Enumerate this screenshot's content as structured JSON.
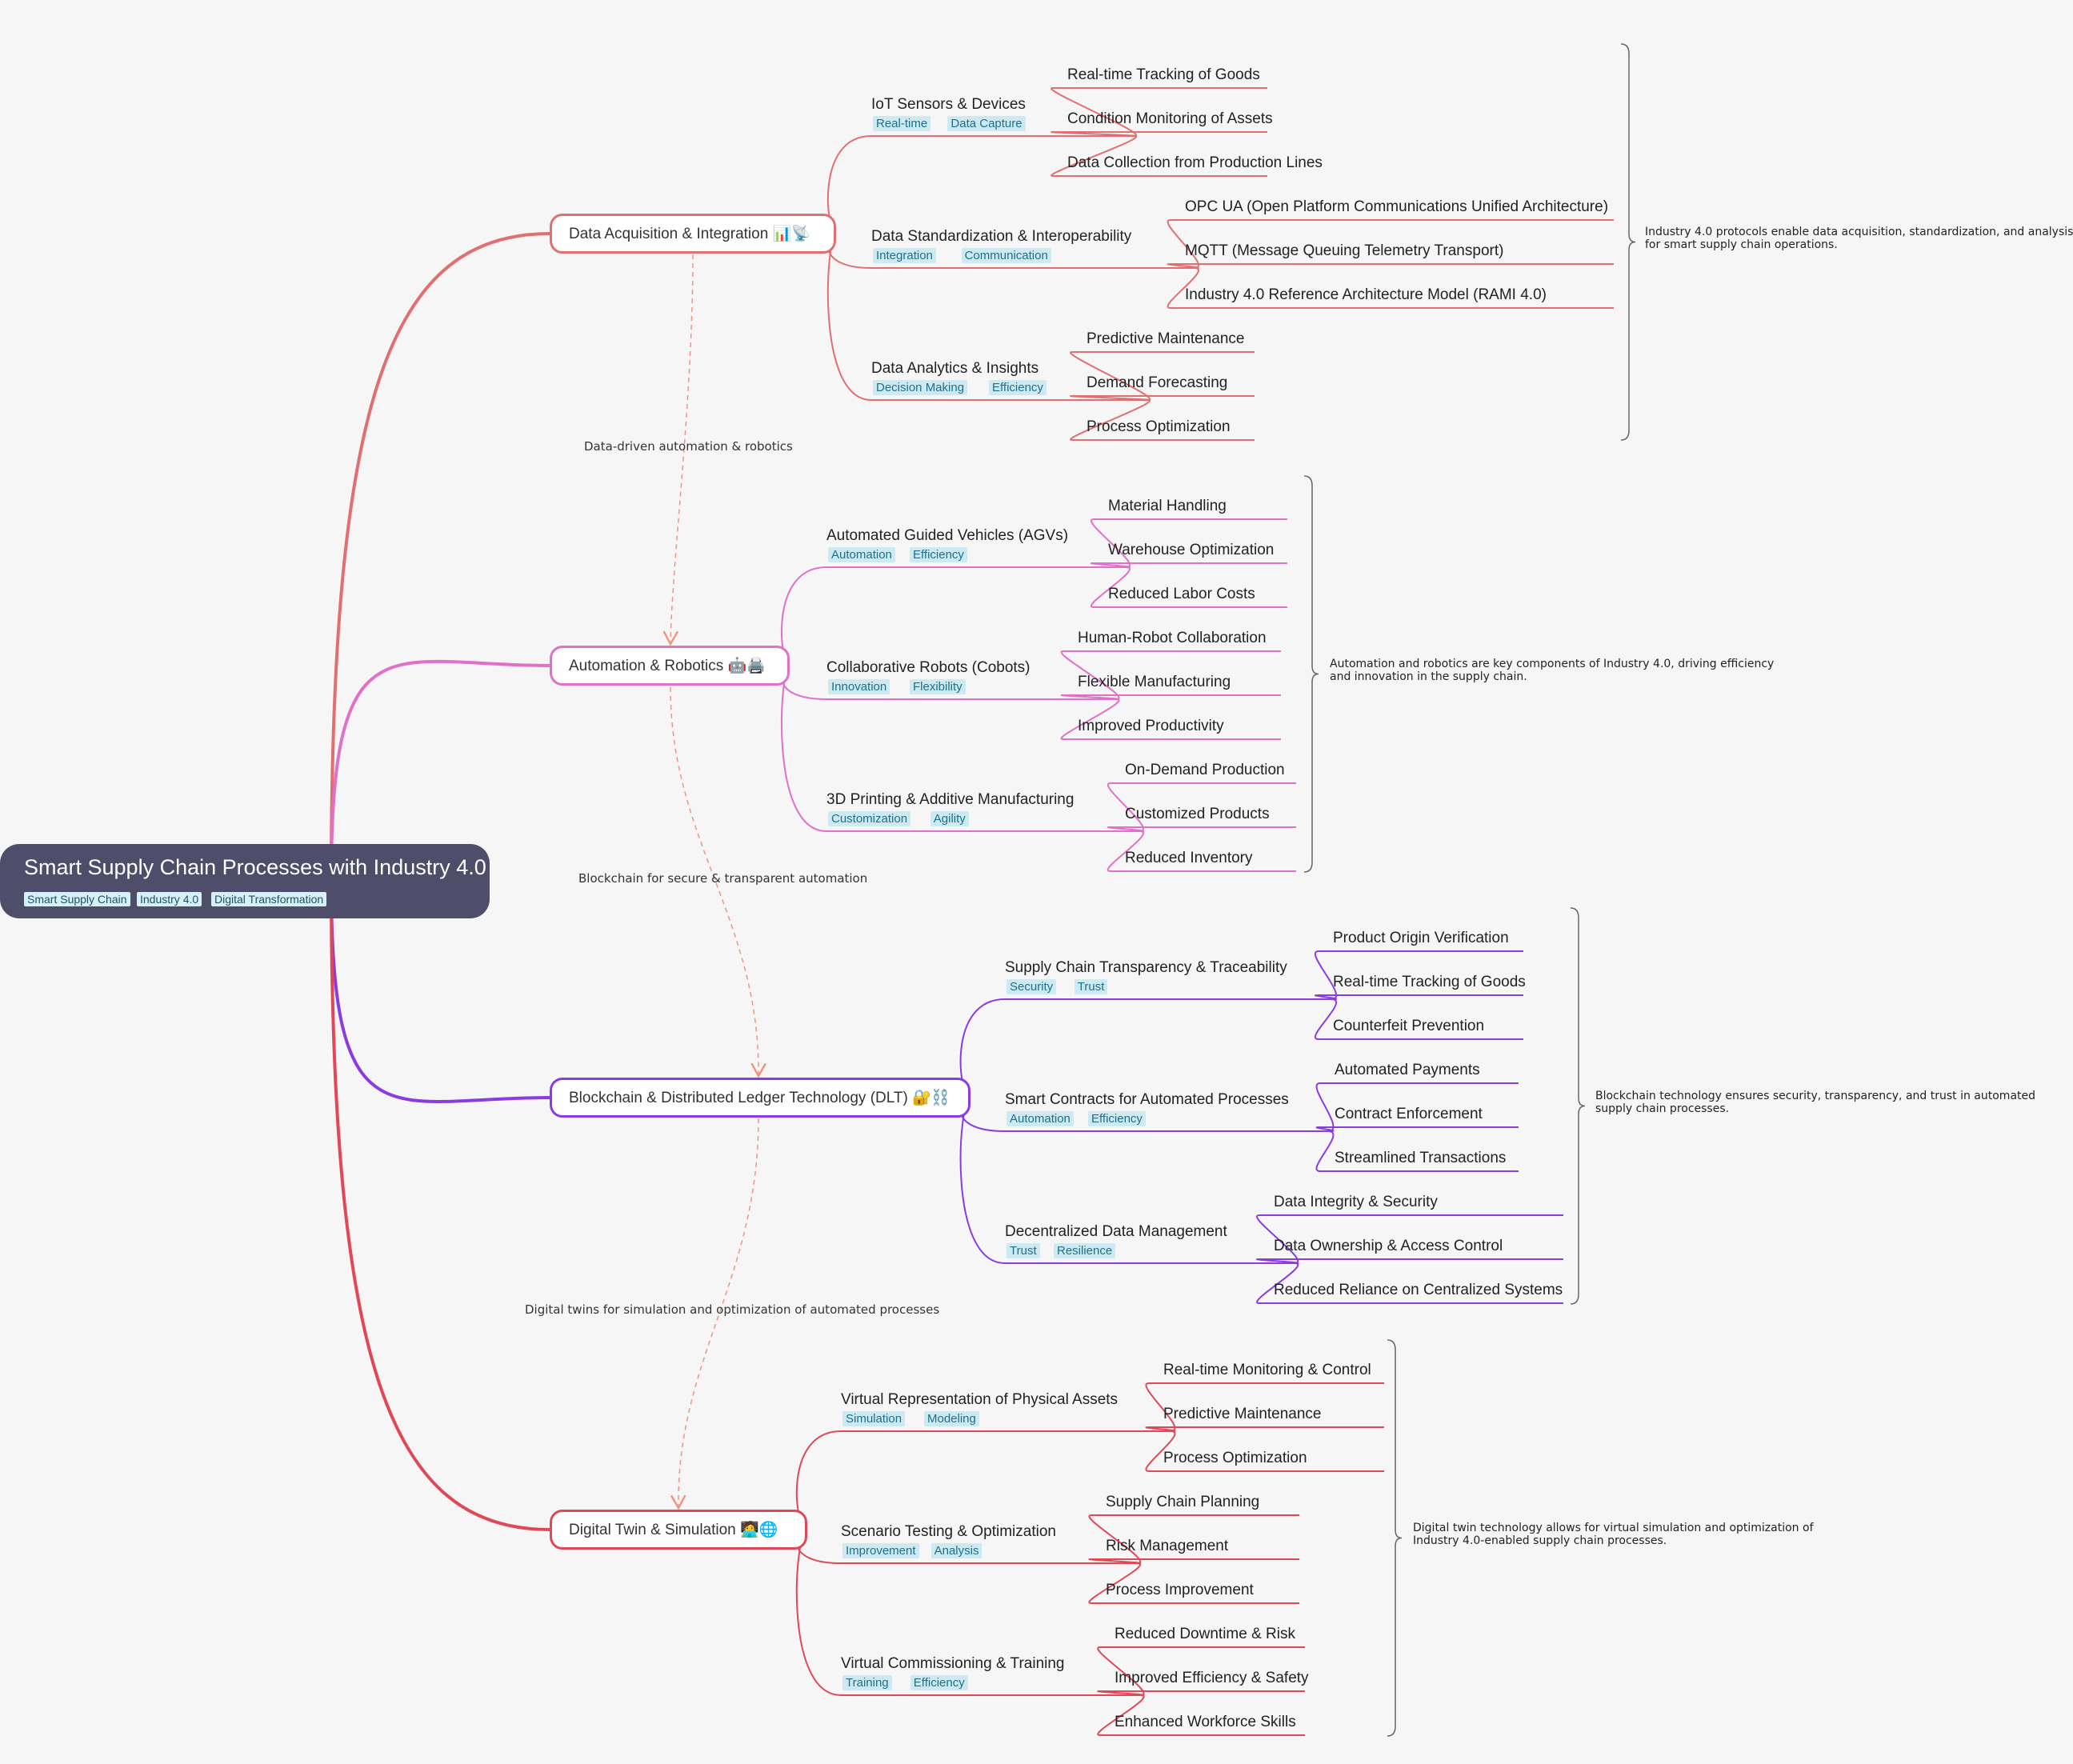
{
  "root": {
    "title": "Smart Supply Chain Processes with Industry 4.0",
    "tags": [
      "Smart Supply Chain",
      "Industry 4.0",
      "Digital Transformation"
    ]
  },
  "colors": {
    "background": "#f6f6f6",
    "root_fill": "#4e4e6a",
    "branch_data": "#e07070",
    "branch_automation": "#e070c8",
    "branch_blockchain": "#8a3ce0",
    "branch_twin": "#e04858",
    "relation": "#f0957c",
    "tag_fill": "#cdeaf2",
    "tag_text": "#1f6f8b"
  },
  "branches": [
    {
      "label": "Data Acquisition & Integration 📊📡",
      "color": "#e07070",
      "note": [
        "Industry 4.0 protocols enable data acquisition, standardization, and analysis",
        "for smart supply chain operations."
      ],
      "subs": [
        {
          "label": "IoT Sensors & Devices",
          "tags": [
            "Real-time",
            "Data Capture"
          ],
          "leaves": [
            "Real-time Tracking of Goods",
            "Condition Monitoring of Assets",
            "Data Collection from Production Lines"
          ]
        },
        {
          "label": "Data Standardization & Interoperability",
          "tags": [
            "Integration",
            "Communication"
          ],
          "leaves": [
            "OPC UA (Open Platform Communications Unified Architecture)",
            "MQTT (Message Queuing Telemetry Transport)",
            "Industry 4.0 Reference Architecture Model (RAMI 4.0)"
          ]
        },
        {
          "label": "Data Analytics & Insights",
          "tags": [
            "Decision Making",
            "Efficiency"
          ],
          "leaves": [
            "Predictive Maintenance",
            "Demand Forecasting",
            "Process Optimization"
          ]
        }
      ]
    },
    {
      "label": "Automation & Robotics 🤖🖨️",
      "color": "#e070c8",
      "note": [
        "Automation and robotics are key components of Industry 4.0, driving efficiency",
        "and innovation in the supply chain."
      ],
      "subs": [
        {
          "label": "Automated Guided Vehicles (AGVs)",
          "tags": [
            "Automation",
            "Efficiency"
          ],
          "leaves": [
            "Material Handling",
            "Warehouse Optimization",
            "Reduced Labor Costs"
          ]
        },
        {
          "label": "Collaborative Robots (Cobots)",
          "tags": [
            "Innovation",
            "Flexibility"
          ],
          "leaves": [
            "Human-Robot Collaboration",
            "Flexible Manufacturing",
            "Improved Productivity"
          ]
        },
        {
          "label": "3D Printing & Additive Manufacturing",
          "tags": [
            "Customization",
            "Agility"
          ],
          "leaves": [
            "On-Demand Production",
            "Customized Products",
            "Reduced Inventory"
          ]
        }
      ]
    },
    {
      "label": "Blockchain & Distributed Ledger Technology (DLT) 🔐⛓️",
      "color": "#8a3ce0",
      "note": [
        "Blockchain technology ensures security, transparency, and trust in automated",
        "supply chain processes."
      ],
      "subs": [
        {
          "label": "Supply Chain Transparency & Traceability",
          "tags": [
            "Security",
            "Trust"
          ],
          "leaves": [
            "Product Origin Verification",
            "Real-time Tracking of Goods",
            "Counterfeit Prevention"
          ]
        },
        {
          "label": "Smart Contracts for Automated Processes",
          "tags": [
            "Automation",
            "Efficiency"
          ],
          "leaves": [
            "Automated Payments",
            "Contract Enforcement",
            "Streamlined Transactions"
          ]
        },
        {
          "label": "Decentralized Data Management",
          "tags": [
            "Trust",
            "Resilience"
          ],
          "leaves": [
            "Data Integrity & Security",
            "Data Ownership & Access Control",
            "Reduced Reliance on Centralized Systems"
          ]
        }
      ]
    },
    {
      "label": "Digital Twin & Simulation 🧑‍💻🌐",
      "color": "#e04858",
      "note": [
        "Digital twin technology allows for virtual simulation and optimization of",
        "Industry 4.0-enabled supply chain processes."
      ],
      "subs": [
        {
          "label": "Virtual Representation of Physical Assets",
          "tags": [
            "Simulation",
            "Modeling"
          ],
          "leaves": [
            "Real-time Monitoring & Control",
            "Predictive Maintenance",
            "Process Optimization"
          ]
        },
        {
          "label": "Scenario Testing & Optimization",
          "tags": [
            "Improvement",
            "Analysis"
          ],
          "leaves": [
            "Supply Chain Planning",
            "Risk Management",
            "Process Improvement"
          ]
        },
        {
          "label": "Virtual Commissioning & Training",
          "tags": [
            "Training",
            "Efficiency"
          ],
          "leaves": [
            "Reduced Downtime & Risk",
            "Improved Efficiency & Safety",
            "Enhanced Workforce Skills"
          ]
        }
      ]
    }
  ],
  "relations": [
    {
      "label": "Data-driven automation & robotics"
    },
    {
      "label": "Blockchain for secure & transparent automation"
    },
    {
      "label": "Digital twins for simulation and optimization of automated processes"
    }
  ]
}
